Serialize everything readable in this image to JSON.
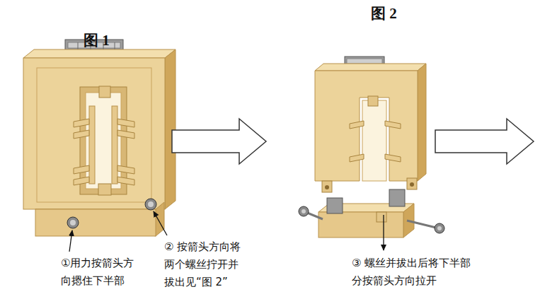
{
  "diagram": {
    "labels": [
      "图 1",
      "图 2",
      "①用力按箭头方向摁住下半部",
      "② 按箭头方向将两个螺丝拧开并拔出见“图 2”",
      "③ 螺丝并拔出后将下半部分按箭头方向拉开"
    ]
  }
}
